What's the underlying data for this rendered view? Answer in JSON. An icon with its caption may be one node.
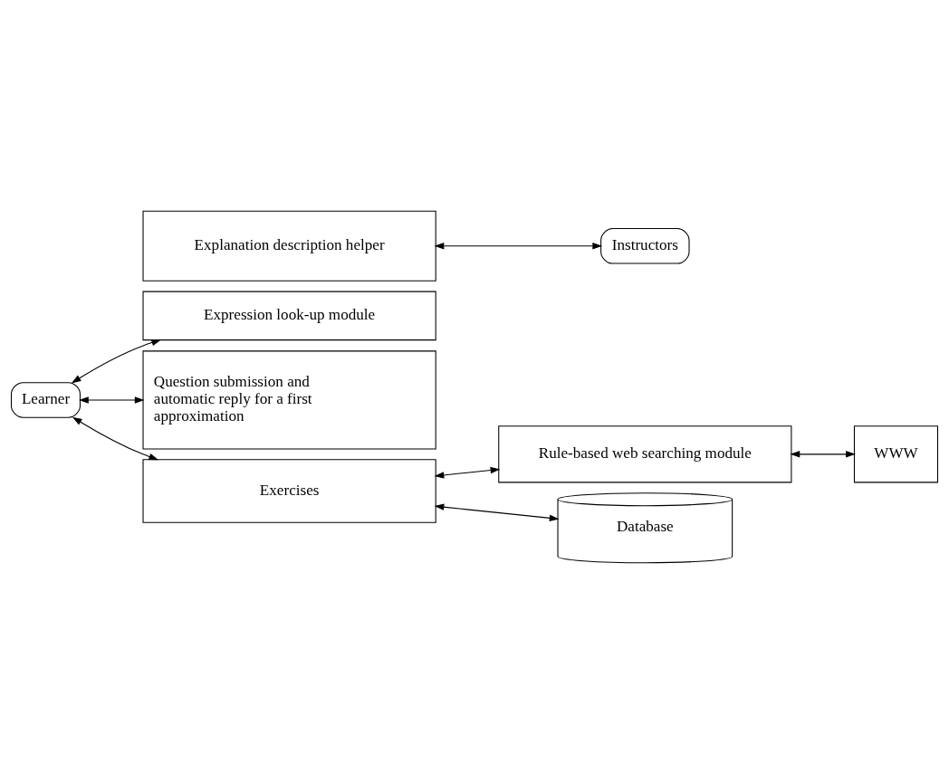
{
  "diagram": {
    "nodes": [
      {
        "text": [
          "Learner"
        ]
      },
      {
        "text": [
          "Expression look-up module"
        ]
      },
      {
        "text": [
          "Question submission and automatic reply for a first approximation"
        ]
      },
      {
        "text": [
          "Explanation description helper"
        ]
      },
      {
        "text": [
          "Instructors"
        ]
      },
      {
        "text": [
          "Exercises"
        ]
      },
      {
        "text": [
          "Rule-based web searching module"
        ]
      },
      {
        "text": [
          "Database"
        ]
      },
      {
        "text": [
          "WWW"
        ]
      }
    ],
    "edges": [
      {
        "from": 0,
        "to": 1,
        "arrow": "both"
      },
      {
        "from": 0,
        "to": 2,
        "arrow": "both"
      },
      {
        "from": 0,
        "to": 5,
        "arrow": "both"
      },
      {
        "from": 3,
        "to": 4,
        "arrow": "both"
      },
      {
        "from": 5,
        "to": 7,
        "arrow": "both"
      },
      {
        "from": 5,
        "to": 6,
        "arrow": "both"
      },
      {
        "from": 6,
        "to": 8,
        "arrow": "both"
      }
    ]
  }
}
